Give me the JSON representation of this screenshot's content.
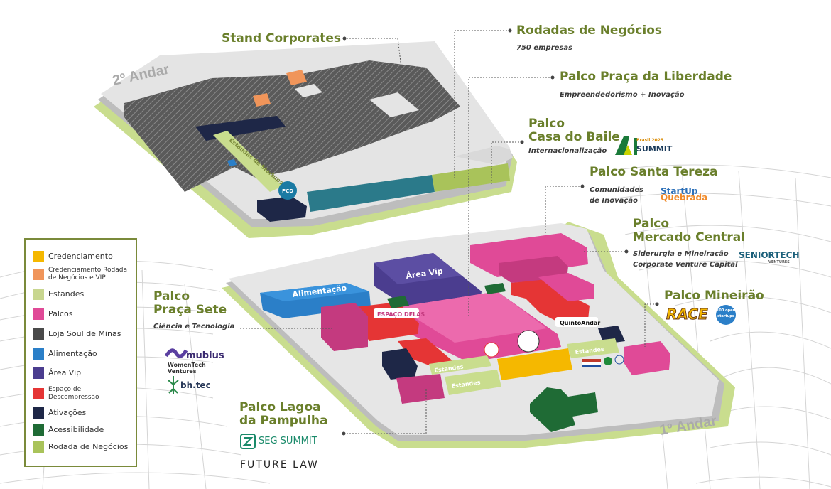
{
  "floor_labels": {
    "upper": "2º Andar",
    "lower": "1º Andar"
  },
  "map_labels": {
    "estandes_startups": "Estandes de Startups",
    "alimentacao": "Alimentação",
    "area_vip": "Área Vip",
    "espaco_delas": "ESPAÇO DELAS",
    "quintoandar": "QuintoAndar",
    "estandes": "Estandes",
    "pcd": "PCD"
  },
  "callouts": {
    "stand_corporates": {
      "title": "Stand Corporates"
    },
    "rodadas": {
      "title": "Rodadas de Negócios",
      "sub": "750 empresas"
    },
    "praca_liberdade": {
      "title": "Palco Praça da Liberdade",
      "sub": "Empreendedorismo + Inovação"
    },
    "casa_baile": {
      "title": "Palco\nCasa do Baile",
      "sub": "Internacionalização",
      "logo": "SUMMIT",
      "logo_small": "Brasil 2025"
    },
    "santa_tereza": {
      "title": "Palco Santa Tereza",
      "sub": "Comunidades\nde Inovação",
      "logo_top": "StartUp",
      "logo_bottom": "Quebrada"
    },
    "mercado_central": {
      "title": "Palco\nMercado Central",
      "sub": "Siderurgia e Mineiração\nCorporate Venture Capital",
      "logo": "SENIORTECH",
      "logo_small": "VENTURES"
    },
    "mineirao": {
      "title": "Palco Mineirão",
      "logo1": "RACE",
      "logo2": "100 open startups"
    },
    "praca_sete": {
      "title": "Palco\nPraça Sete",
      "sub": "Ciência e Tecnologia",
      "logo1": "mubius",
      "logo1_sub": "WomenTech Ventures",
      "logo2": "bh.tec"
    },
    "lagoa": {
      "title": "Palco Lagoa\nda Pampulha",
      "logo1": "SEG SUMMIT",
      "logo2": "FUTURE LAW"
    }
  },
  "legend": {
    "items": [
      {
        "label": "Credenciamento",
        "color": "#f5b800",
        "small": false
      },
      {
        "label": "Credenciamento Rodada de Negócios e VIP",
        "color": "#f0955a",
        "small": true
      },
      {
        "label": "Estandes",
        "color": "#c8d68f",
        "small": false
      },
      {
        "label": "Palcos",
        "color": "#e04a97",
        "small": false
      },
      {
        "label": "Loja Soul de Minas",
        "color": "#4a4a4a",
        "small": false
      },
      {
        "label": "Alimentação",
        "color": "#2b7fc8",
        "small": false
      },
      {
        "label": "Área Vip",
        "color": "#4b3d8f",
        "small": false
      },
      {
        "label": "Espaço de Descompressão",
        "color": "#e53535",
        "small": true
      },
      {
        "label": "Ativações",
        "color": "#1e2747",
        "small": false
      },
      {
        "label": "Acessibilidade",
        "color": "#1f6b35",
        "small": false
      },
      {
        "label": "Rodada de Negócios",
        "color": "#a9c35a",
        "small": false
      }
    ]
  }
}
